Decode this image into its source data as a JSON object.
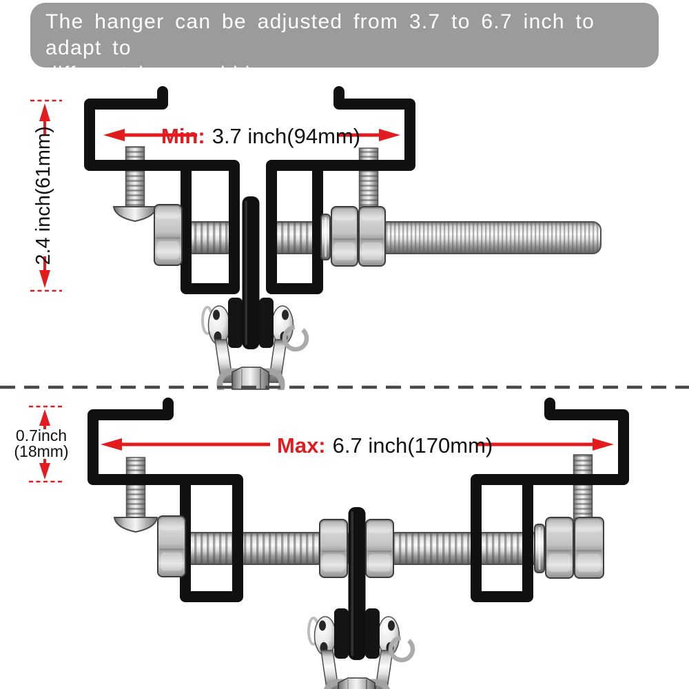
{
  "banner": {
    "line1": "The hanger can be adjusted from 3.7 to 6.7 inch to adapt to",
    "line2": "different beam widths."
  },
  "diagrams": {
    "min": {
      "width_prefix": "Min:",
      "width_value": "3.7 inch(94mm)",
      "height_label": "2.4 inch(61mm)"
    },
    "max": {
      "width_prefix": "Max:",
      "width_value": "6.7 inch(170mm)",
      "height_label_line1": "0.7inch",
      "height_label_line2": "(18mm)"
    }
  },
  "icons": {
    "left_arrow": "left-dimension-arrow",
    "right_arrow": "right-dimension-arrow",
    "up_arrow": "up-dimension-arrow",
    "down_arrow": "down-dimension-arrow"
  },
  "colors": {
    "banner_bg": "#9b9b9b",
    "banner_text": "#ffffff",
    "dimension_red": "#e11b1e",
    "label_black": "#111111",
    "hardware_black": "#101010",
    "separator_gray": "#4a4a4a",
    "background": "#ffffff"
  }
}
